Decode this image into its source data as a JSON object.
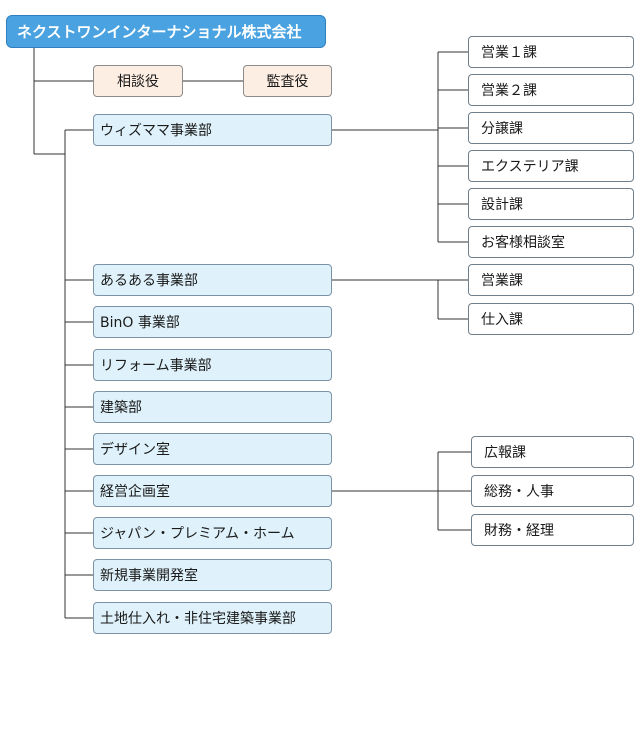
{
  "root": {
    "label": "ネクストワンインターナショナル株式会社"
  },
  "advisors": [
    {
      "label": "相談役"
    },
    {
      "label": "監査役"
    }
  ],
  "departments": [
    {
      "label": "ウィズママ事業部",
      "sections": [
        "営業１課",
        "営業２課",
        "分譲課",
        "エクステリア課",
        "設計課",
        "お客様相談室"
      ]
    },
    {
      "label": "あるある事業部",
      "sections": [
        "営業課",
        "仕入課"
      ]
    },
    {
      "label": "BinO 事業部",
      "sections": []
    },
    {
      "label": "リフォーム事業部",
      "sections": []
    },
    {
      "label": "建築部",
      "sections": []
    },
    {
      "label": "デザイン室",
      "sections": []
    },
    {
      "label": "経営企画室",
      "sections": [
        "広報課",
        "総務・人事",
        "財務・経理"
      ]
    },
    {
      "label": "ジャパン・プレミアム・ホーム",
      "sections": []
    },
    {
      "label": "新規事業開発室",
      "sections": []
    },
    {
      "label": "土地仕入れ・非住宅建築事業部",
      "sections": []
    }
  ],
  "colors": {
    "root_fill": "#4aa3e0",
    "advisor_fill": "#fdeee3",
    "department_fill": "#dff2fb",
    "section_fill": "#ffffff",
    "connector": "#333333"
  }
}
